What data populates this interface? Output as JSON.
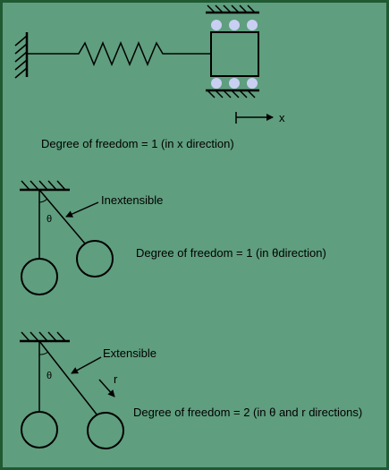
{
  "colors": {
    "background": "#5f9e7e",
    "frame": "#1f5a33",
    "line": "#000000",
    "roller": "#c9cff2"
  },
  "spring_mass": {
    "axis_label": "x",
    "caption": "Degree of freedom = 1 (in x direction)"
  },
  "pendulum_inextensible": {
    "rod_label": "Inextensible",
    "angle_label": "θ",
    "caption": "Degree of freedom = 1 (in θdirection)"
  },
  "pendulum_extensible": {
    "rod_label": "Extensible",
    "angle_label": "θ",
    "radial_label": "r",
    "caption": "Degree of freedom = 2 (in θ and r directions)"
  }
}
